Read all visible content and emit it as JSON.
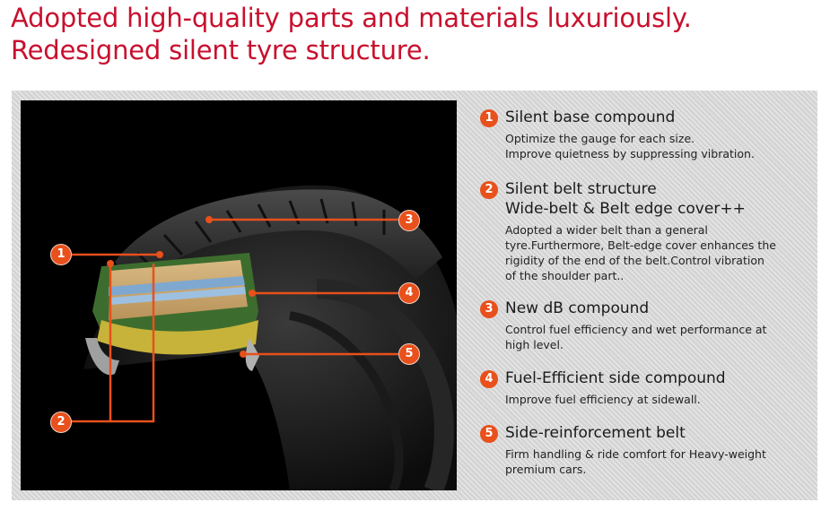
{
  "headline": {
    "line1": "Adopted high-quality parts and materials luxuriously.",
    "line2": "Redesigned silent tyre structure."
  },
  "colors": {
    "headline": "#c8102e",
    "accent": "#e8501c",
    "panel": "#d4d4d4"
  },
  "callouts": {
    "c1": "1",
    "c2": "2",
    "c3": "3",
    "c4": "4",
    "c5": "5"
  },
  "features": [
    {
      "number": "1",
      "title": "Silent base compound",
      "lines": [
        "Optimize the gauge for each size.",
        "Improve quietness by suppressing vibration."
      ]
    },
    {
      "number": "2",
      "title": "Silent belt structure",
      "subtitle": "Wide-belt & Belt edge cover++",
      "lines": [
        "Adopted a wider belt than a general",
        "tyre.Furthermore, Belt-edge cover enhances the",
        "rigidity of the end of the belt.Control vibration",
        "of the shoulder part.."
      ]
    },
    {
      "number": "3",
      "title": "New dB compound",
      "lines": [
        "Control fuel efficiency and wet performance at",
        "high level."
      ]
    },
    {
      "number": "4",
      "title": "Fuel-Efficient side compound",
      "lines": [
        "Improve fuel efficiency at sidewall."
      ]
    },
    {
      "number": "5",
      "title": "Side-reinforcement belt",
      "lines": [
        "Firm handling & ride comfort for Heavy-weight",
        "premium cars."
      ]
    }
  ]
}
